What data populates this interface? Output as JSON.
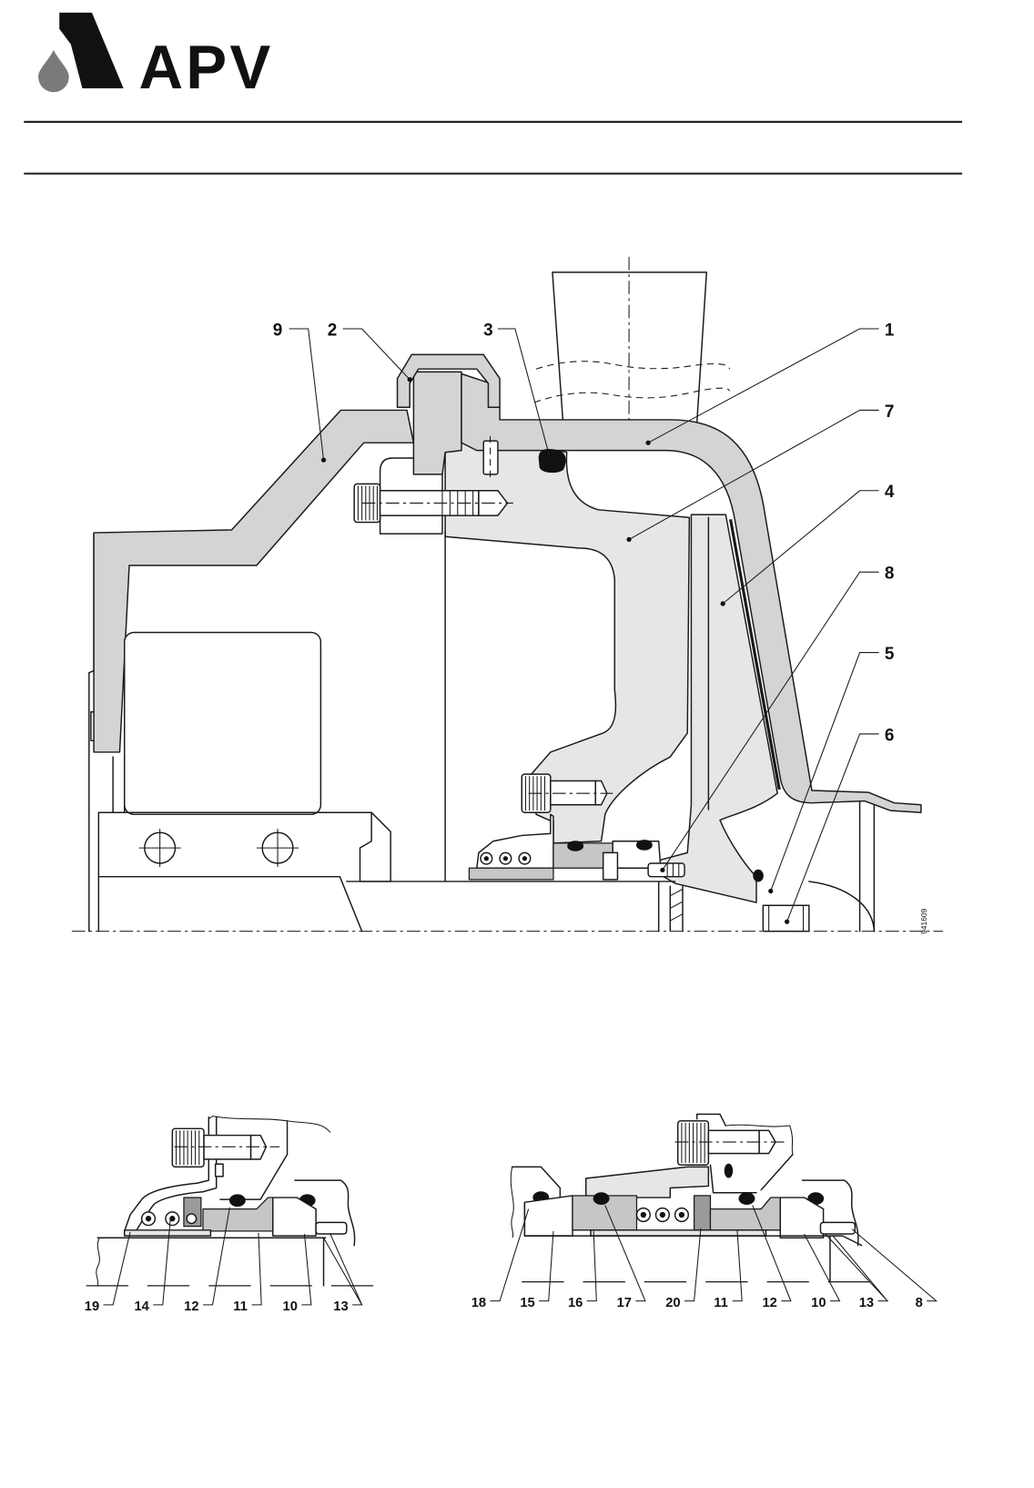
{
  "logo": {
    "text": "APV"
  },
  "drawing_number": "941609",
  "main_labels": [
    "9",
    "2",
    "3",
    "1",
    "7",
    "4",
    "8",
    "5",
    "6"
  ],
  "detail_left_labels": [
    "19",
    "14",
    "12",
    "11",
    "10",
    "13"
  ],
  "detail_right_labels": [
    "18",
    "15",
    "16",
    "17",
    "20",
    "11",
    "12",
    "10",
    "13",
    "8"
  ]
}
